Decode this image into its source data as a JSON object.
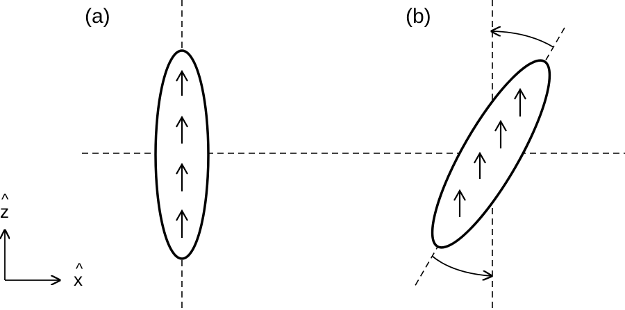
{
  "panels": {
    "a": {
      "label": "(a)"
    },
    "b": {
      "label": "(b)"
    }
  },
  "axes": {
    "z": {
      "letter": "z",
      "hat": "^"
    },
    "x": {
      "letter": "x",
      "hat": "^"
    }
  },
  "colors": {
    "stroke": "#000000",
    "background": "#ffffff"
  }
}
